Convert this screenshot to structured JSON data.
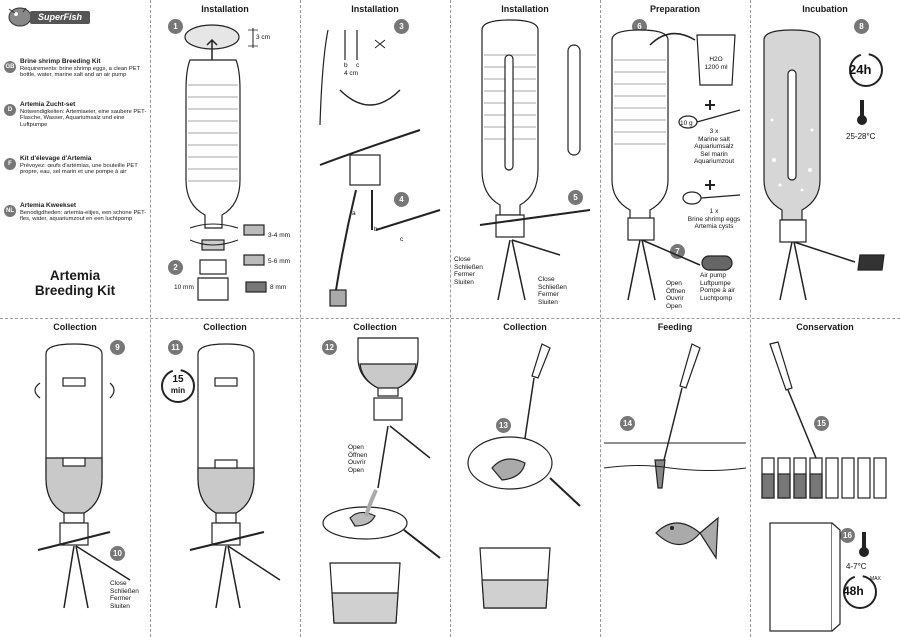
{
  "brand": {
    "name": "SuperFish"
  },
  "product": {
    "title_line1": "Artemia",
    "title_line2": "Breeding Kit"
  },
  "languages": [
    {
      "badge": "GB",
      "heading": "Brine shrimp Breeding Kit",
      "body": "Requirements: brine shrimp eggs, a clean PET bottle, water, marine salt and an air pump"
    },
    {
      "badge": "D",
      "heading": "Artemia Zucht-set",
      "body": "Notwendigkeiten: Artemiaeier, eine saubere PET-Flasche, Wasser, Aquariumsalz und eine Luftpumpe"
    },
    {
      "badge": "F",
      "heading": "Kit d'élevage d'Artemia",
      "body": "Prévoyez: œufs d'artémias, une bouteille PET propre, eau, sel marin et une pompe à air"
    },
    {
      "badge": "NL",
      "heading": "Artemia Kweekset",
      "body": "Benodigdheden: artemia-eitjes, een schone PET-fles, water, aquariumzout en een luchtpomp"
    }
  ],
  "panels": {
    "installation_a": {
      "title": "Installation",
      "step1": "1",
      "step2": "2",
      "cut": "3 cm",
      "sizes": [
        "3-4 mm",
        "5-6 mm",
        "8 mm"
      ],
      "hole": "10 mm"
    },
    "installation_b": {
      "title": "Installation",
      "step3": "3",
      "step4": "4",
      "tube_labels": [
        "a",
        "b",
        "c"
      ],
      "tube_len": "4 cm"
    },
    "installation_c": {
      "title": "Installation",
      "step5": "5",
      "close_left": [
        "Close",
        "Schließen",
        "Fermer",
        "Sluiten"
      ],
      "close_right": [
        "Close",
        "Schließen",
        "Fermer",
        "Sluiten"
      ]
    },
    "preparation": {
      "title": "Preparation",
      "step6": "6",
      "step7": "7",
      "water": [
        "H2O",
        "1200 ml"
      ],
      "salt_qty": "10 g",
      "salt": [
        "3 x",
        "Marine salt",
        "Aquariumsalz",
        "Sel marin",
        "Aquariumzout"
      ],
      "eggs": [
        "1 x",
        "Brine shrimp eggs",
        "Artemia cysts"
      ],
      "pump": [
        "Air pump",
        "Luftpumpe",
        "Pompe à air",
        "Luchtpomp"
      ],
      "open": [
        "Open",
        "Öffnen",
        "Ouvrir",
        "Open"
      ]
    },
    "incubation": {
      "title": "Incubation",
      "step8": "8",
      "time": "24h",
      "temp": "25-28°C"
    },
    "collection_a": {
      "title": "Collection",
      "step9": "9",
      "step10": "10",
      "close": [
        "Close",
        "Schließen",
        "Fermer",
        "Sluiten"
      ]
    },
    "collection_b": {
      "title": "Collection",
      "step11": "11",
      "wait_num": "15",
      "wait_unit": "min"
    },
    "collection_c": {
      "title": "Collection",
      "step12": "12",
      "open": [
        "Open",
        "Öffnen",
        "Ouvrir",
        "Open"
      ]
    },
    "collection_d": {
      "title": "Collection",
      "step13": "13"
    },
    "feeding": {
      "title": "Feeding",
      "step14": "14"
    },
    "conservation": {
      "title": "Conservation",
      "step15": "15",
      "step16": "16",
      "temp": "4-7°C",
      "time": "48h",
      "max": "MAX"
    }
  }
}
